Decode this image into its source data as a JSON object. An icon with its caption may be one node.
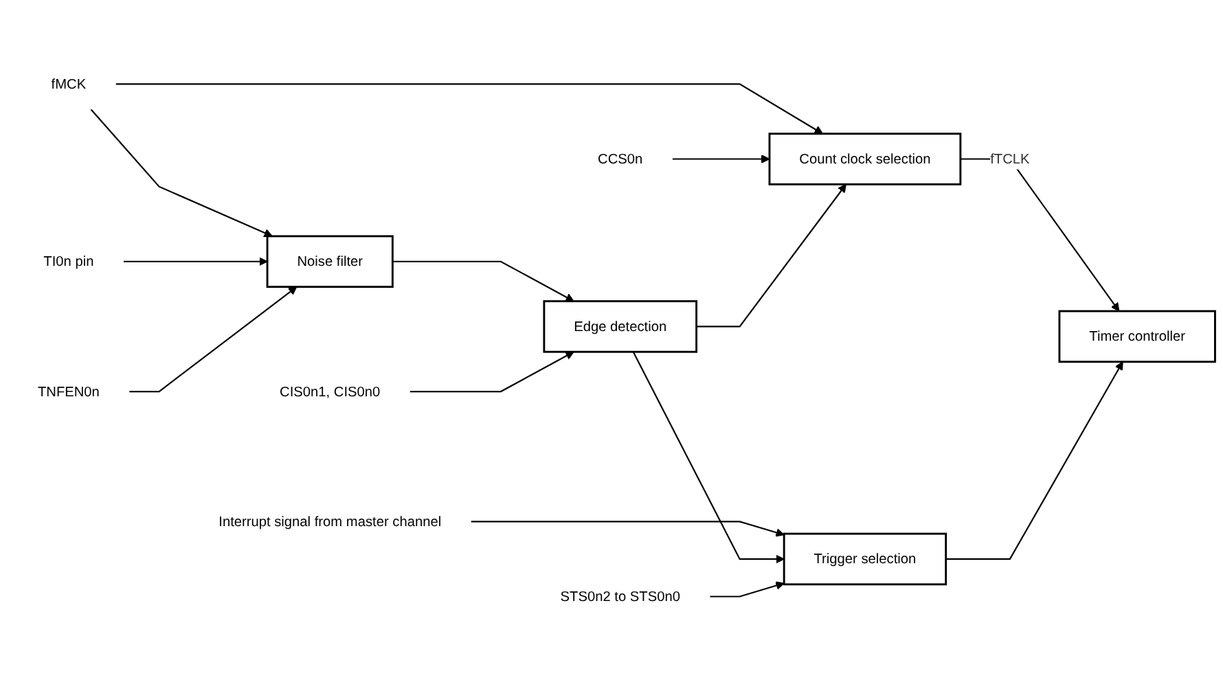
{
  "diagram": {
    "nodes": [
      {
        "text": [
          "Interrupt signal from master channel"
        ]
      },
      {
        "text": [
          "CCS0n"
        ]
      },
      {
        "text": [
          "fMCK"
        ]
      },
      {
        "text": [
          "TI0n pin"
        ]
      },
      {
        "text": [
          "Noise filter"
        ]
      },
      {
        "text": [
          "Edge detection"
        ]
      },
      {
        "text": [
          "Count clock selection"
        ]
      },
      {
        "text": [
          "Trigger selection"
        ]
      },
      {
        "text": [
          "Timer controller"
        ]
      },
      {
        "text": [
          "TNFEN0n"
        ]
      },
      {
        "text": [
          "CIS0n1, CIS0n0"
        ]
      },
      {
        "text": [
          "STS0n2 to STS0n0"
        ]
      }
    ],
    "edges": [
      {
        "from": 2,
        "to": 4,
        "arrow": "to"
      },
      {
        "from": 2,
        "to": 6,
        "arrow": "to"
      },
      {
        "from": 0,
        "to": 7,
        "arrow": "to"
      },
      {
        "from": 1,
        "to": 6,
        "arrow": "to"
      },
      {
        "from": 3,
        "to": 4,
        "arrow": "to"
      },
      {
        "from": 4,
        "to": 5,
        "arrow": "to"
      },
      {
        "from": 5,
        "to": 6,
        "arrow": "to"
      },
      {
        "from": 5,
        "to": 7,
        "arrow": "to"
      },
      {
        "from": 6,
        "to": 8,
        "label": "fTCLK",
        "arrow": "to"
      },
      {
        "from": 7,
        "to": 8,
        "arrow": "to"
      },
      {
        "from": 9,
        "to": 4,
        "arrow": "to"
      },
      {
        "from": 10,
        "to": 5,
        "arrow": "to"
      },
      {
        "from": 11,
        "to": 7,
        "arrow": "to"
      }
    ]
  }
}
